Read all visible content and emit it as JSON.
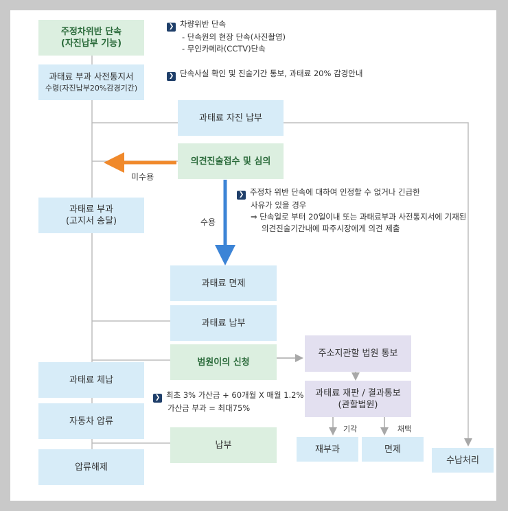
{
  "nodes": {
    "parking_violation": {
      "line1": "주정차위반 단속",
      "line2": "(자진납부 기능)"
    },
    "advance_notice": {
      "line1": "과태료 부과 사전통지서",
      "line2": "수령(자진납부20%감경기간)"
    },
    "self_payment": "과태료 자진 납부",
    "opinion_review": "의견진술접수 및 심의",
    "fine_imposed": {
      "line1": "과태료 부과",
      "line2": "(고지서 송달)"
    },
    "fine_exemption": "과태료 면제",
    "fine_payment": "과태료 납부",
    "objection": "범원이의 신청",
    "court_notice": "주소지관할 법원 통보",
    "court_trial": {
      "line1": "과태료 재판 / 결과통보",
      "line2": "(관할법원)"
    },
    "fine_default": "과태료 체납",
    "car_seizure": "자동차 압류",
    "seizure_release": "압류해제",
    "payment": "납부",
    "re_impose": "재부과",
    "exemption": "면제",
    "receipt": "수납처리"
  },
  "notes": {
    "enforcement": {
      "title": "차량위반 단속",
      "items": [
        "- 단속원의 현장 단속(사진촬영)",
        "- 무인카메라(CCTV)단속"
      ]
    },
    "notice": "단속사실 확인 및 진술기간 통보, 과태료 20% 감경안내",
    "opinion": {
      "line1": "주정차 위반 단속에 대하여 인정할 수 없거나 긴급한",
      "line2": "사유가 있을 경우",
      "line3": "⇒ 단속일로 부터 20일이내 또는 과태료부과 사전통지서에 기재된",
      "line4": "의견진술기간내에 파주시장에게 의견 제출"
    },
    "surcharge": {
      "line1": "최초 3% 가산금 + 60개월 X 매월 1.2%",
      "line2": "가산금 부과 = 최대75%"
    }
  },
  "labels": {
    "not_accepted": "미수용",
    "accepted": "수용",
    "dismissed": "기각",
    "adopted": "채택"
  },
  "colors": {
    "green_box": "#dcefe0",
    "blue_box": "#d7ecf8",
    "purple_box": "#e3e0f0",
    "orange_arrow": "#f0892b",
    "blue_arrow": "#3c84d6",
    "line": "#b9b9b9"
  },
  "icons": {
    "bullet": "chevron-right-icon"
  }
}
